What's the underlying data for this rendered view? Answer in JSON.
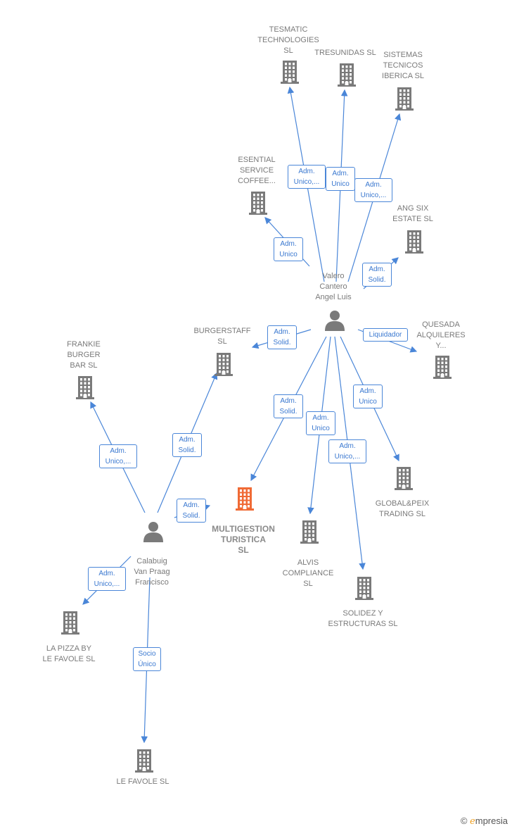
{
  "nodes": [
    {
      "id": "tesmatic",
      "type": "company",
      "label": "TESMATIC\nTECHNOLOGIES\nSL"
    },
    {
      "id": "tresunidas",
      "type": "company",
      "label": "TRESUNIDAS SL"
    },
    {
      "id": "sistemas",
      "type": "company",
      "label": "SISTEMAS\nTECNICOS\nIBERICA  SL"
    },
    {
      "id": "esential",
      "type": "company",
      "label": "ESENTIAL\nSERVICE\nCOFFEE..."
    },
    {
      "id": "angsix",
      "type": "company",
      "label": "ANG SIX\nESTATE  SL"
    },
    {
      "id": "valero",
      "type": "person",
      "label": "Valero\nCantero\nAngel Luis"
    },
    {
      "id": "burgerstaff",
      "type": "company",
      "label": "BURGERSTAFF\nSL"
    },
    {
      "id": "quesada",
      "type": "company",
      "label": "QUESADA\nALQUILERES\nY..."
    },
    {
      "id": "frankie",
      "type": "company",
      "label": "FRANKIE\nBURGER\nBAR  SL"
    },
    {
      "id": "multigestion",
      "type": "company",
      "main": true,
      "label": "MULTIGESTION\nTURISTICA\nSL"
    },
    {
      "id": "global",
      "type": "company",
      "label": "GLOBAL&PEIX\nTRADING SL"
    },
    {
      "id": "alvis",
      "type": "company",
      "label": "ALVIS\nCOMPLIANCE\nSL"
    },
    {
      "id": "calabuig",
      "type": "person",
      "label": "Calabuig\nVan Praag\nFrancisco"
    },
    {
      "id": "solidez",
      "type": "company",
      "label": "SOLIDEZ Y\nESTRUCTURAS SL"
    },
    {
      "id": "lapizza",
      "type": "company",
      "label": "LA PIZZA BY\nLE FAVOLE  SL"
    },
    {
      "id": "lefavole",
      "type": "company",
      "label": "LE FAVOLE  SL"
    }
  ],
  "edges": [
    {
      "from": "valero",
      "to": "tesmatic",
      "label": "Adm.\nUnico,..."
    },
    {
      "from": "valero",
      "to": "tresunidas",
      "label": "Adm.\nUnico"
    },
    {
      "from": "valero",
      "to": "sistemas",
      "label": "Adm.\nUnico,..."
    },
    {
      "from": "valero",
      "to": "esential",
      "label": "Adm.\nUnico"
    },
    {
      "from": "valero",
      "to": "angsix",
      "label": "Adm.\nSolid."
    },
    {
      "from": "valero",
      "to": "burgerstaff",
      "label": "Adm.\nSolid."
    },
    {
      "from": "valero",
      "to": "quesada",
      "label": "Liquidador"
    },
    {
      "from": "valero",
      "to": "multigestion",
      "label": "Adm.\nSolid."
    },
    {
      "from": "valero",
      "to": "alvis",
      "label": "Adm.\nUnico"
    },
    {
      "from": "valero",
      "to": "solidez",
      "label": "Adm.\nUnico,..."
    },
    {
      "from": "valero",
      "to": "global",
      "label": "Adm.\nUnico"
    },
    {
      "from": "calabuig",
      "to": "frankie",
      "label": "Adm.\nUnico,..."
    },
    {
      "from": "calabuig",
      "to": "burgerstaff",
      "label": "Adm.\nSolid."
    },
    {
      "from": "calabuig",
      "to": "multigestion",
      "label": "Adm.\nSolid."
    },
    {
      "from": "calabuig",
      "to": "lapizza",
      "label": "Adm.\nUnico,..."
    },
    {
      "from": "calabuig",
      "to": "lefavole",
      "label": "Socio\nÚnico"
    }
  ],
  "colors": {
    "edge": "#4a86d8",
    "building": "#7a7a7a",
    "building_main": "#f06a35",
    "person": "#7a7a7a"
  },
  "footer": {
    "copyright": "©",
    "brand_initial": "e",
    "brand_rest": "mpresia"
  }
}
